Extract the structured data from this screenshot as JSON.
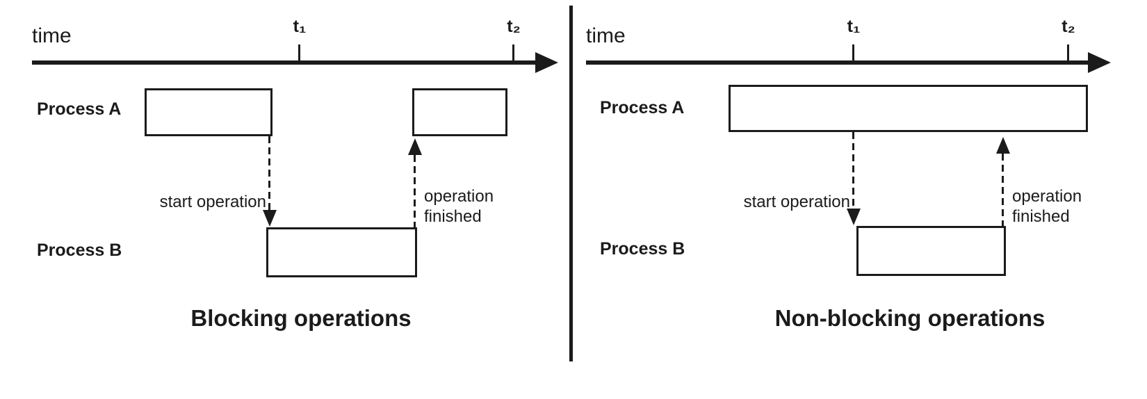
{
  "colors": {
    "ink": "#1b1b1b",
    "background": "#ffffff"
  },
  "panels": {
    "left": {
      "time_label": "time",
      "t1_label": "t₁",
      "t2_label": "t₂",
      "process_a_label": "Process A",
      "process_b_label": "Process B",
      "start_operation_label": "start operation",
      "operation_finished_line1": "operation",
      "operation_finished_line2": "finished",
      "caption": "Blocking operations"
    },
    "right": {
      "time_label": "time",
      "t1_label": "t₁",
      "t2_label": "t₂",
      "process_a_label": "Process A",
      "process_b_label": "Process B",
      "start_operation_label": "start operation",
      "operation_finished_line1": "operation",
      "operation_finished_line2": "finished",
      "caption": "Non-blocking operations"
    }
  }
}
